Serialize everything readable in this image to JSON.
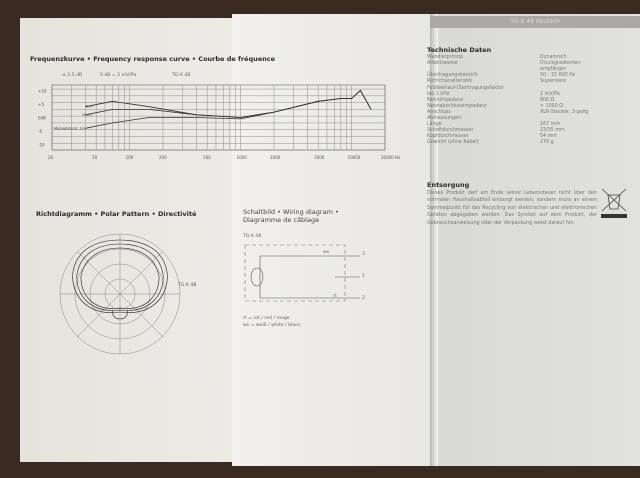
{
  "frequency": {
    "title": "Frequenzkurve • Frequency response curve • Courbe de fréquence",
    "legend": [
      "≤ 2.5 dB",
      "0 dB = 2 mV/Pa",
      "TG-X 48"
    ],
    "y_labels": [
      "+10",
      "+5",
      "0dB",
      "-5",
      "-10"
    ],
    "x_labels": [
      "20",
      "50",
      "100",
      "200",
      "500",
      "1000",
      "2000",
      "5000",
      "10000",
      "20000 Hz"
    ],
    "curve_labels": [
      "5cm",
      "50cm",
      "Messabstand: 1m"
    ],
    "curves": [
      {
        "name": "5cm",
        "points": [
          [
            40,
            4
          ],
          [
            70,
            6
          ],
          [
            150,
            4
          ],
          [
            400,
            1
          ],
          [
            1000,
            0
          ],
          [
            2000,
            2
          ],
          [
            5000,
            6
          ],
          [
            8000,
            7
          ],
          [
            10000,
            7
          ],
          [
            12000,
            10
          ],
          [
            15000,
            3
          ]
        ]
      },
      {
        "name": "50cm",
        "points": [
          [
            40,
            1
          ],
          [
            70,
            3
          ],
          [
            150,
            3
          ],
          [
            400,
            1
          ],
          [
            1000,
            0
          ],
          [
            2000,
            2
          ],
          [
            5000,
            6
          ],
          [
            8000,
            7
          ],
          [
            10000,
            7
          ],
          [
            12000,
            10
          ],
          [
            15000,
            3
          ]
        ]
      },
      {
        "name": "1m",
        "points": [
          [
            40,
            -4
          ],
          [
            70,
            -2
          ],
          [
            150,
            0
          ],
          [
            400,
            0
          ],
          [
            1000,
            -0.5
          ],
          [
            2000,
            2
          ],
          [
            5000,
            6
          ],
          [
            8000,
            7
          ],
          [
            10000,
            7
          ],
          [
            12000,
            10
          ],
          [
            15000,
            3
          ]
        ]
      }
    ]
  },
  "polar": {
    "title": "Richtdiagramm • Polar Pattern • Directivité",
    "model": "TG-X 48"
  },
  "wiring": {
    "title_1": "Schaltbild • Wiring diagram •",
    "title_2": "Diagramme de câblage",
    "model": "TG-X 48",
    "pins": [
      "3",
      "1",
      "2"
    ],
    "wire_ws": "ws",
    "wire_rt": "rt",
    "legend_1": "rt = rot / red / rouge",
    "legend_2": "ws = weiß / white / blanc"
  },
  "tech": {
    "header": "TG-X 48 deutsch",
    "title": "Technische Daten",
    "rows": [
      {
        "label": "Wandlerprinzip",
        "value": "Dynamisch"
      },
      {
        "label": "Arbeitsweise",
        "value": "Druckgradienten-"
      },
      {
        "label": "",
        "value": "empfänger"
      },
      {
        "label": "Übertragungsbereich",
        "value": "50 - 15 000 Hz"
      },
      {
        "label": "Richtcharakteristik",
        "value": "Superniere"
      },
      {
        "label": "Feldleerlauf-Übertragungsfaktor",
        "value": ""
      },
      {
        "label": "bei 1 kHz",
        "value": "2 mV/Pa"
      },
      {
        "label": "Nennimpedanz",
        "value": "600 Ω"
      },
      {
        "label": "Nennabschlussimpedanz",
        "value": "> 1000 Ω"
      },
      {
        "label": "Anschluss",
        "value": "XLR-Stecker, 3-polig"
      },
      {
        "label": "Abmessungen:",
        "value": ""
      },
      {
        "label": "Länge",
        "value": "167 mm"
      },
      {
        "label": "Schaftdurchmesser",
        "value": "23/35 mm"
      },
      {
        "label": "Kopfdurchmesser",
        "value": "54 mm"
      },
      {
        "label": "Gewicht (ohne Kabel)",
        "value": "270 g"
      }
    ],
    "disposal_title": "Entsorgung",
    "disposal_text": "Dieses Produkt darf am Ende seiner Lebensdauer nicht über den normalen Haushaltsabfall entsorgt werden, sondern muss an einem Sammelpunkt für das Recycling von elektrischen und elektronischen Geräten abgegeben werden. Das Symbol auf dem Produkt, der Gebrauchsanweisung oder der Verpackung weist darauf hin."
  }
}
